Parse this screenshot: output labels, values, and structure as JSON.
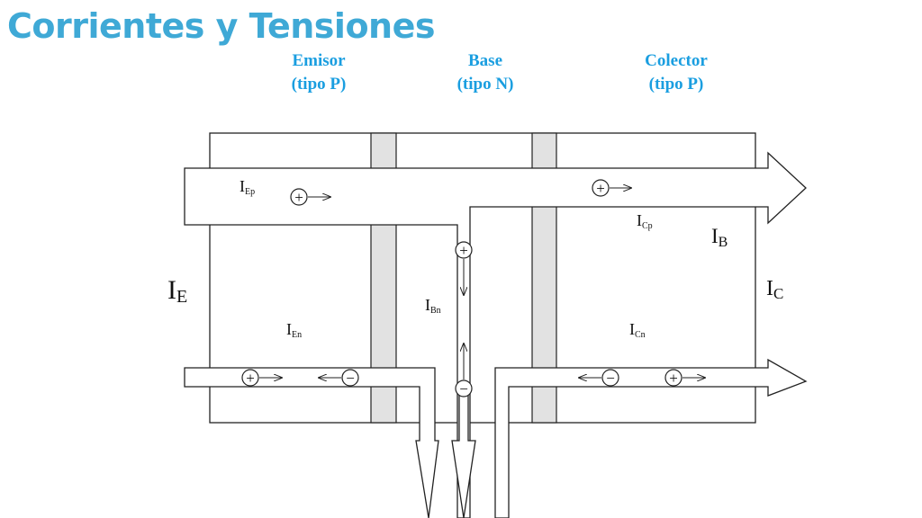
{
  "title": "Corrientes y Tensiones",
  "regions": [
    {
      "name": "Emisor",
      "type": "(tipo P)"
    },
    {
      "name": "Base",
      "type": "(tipo N)"
    },
    {
      "name": "Colector",
      "type": "(tipo P)"
    }
  ],
  "currents": {
    "IE": {
      "main": "I",
      "sub": "E"
    },
    "IB": {
      "main": "I",
      "sub": "B"
    },
    "IC": {
      "main": "I",
      "sub": "C"
    },
    "IEp": {
      "main": "I",
      "sub": "Ep"
    },
    "IEn": {
      "main": "I",
      "sub": "En"
    },
    "ICp": {
      "main": "I",
      "sub": "Cp"
    },
    "ICn": {
      "main": "I",
      "sub": "Cn"
    },
    "IBn": {
      "main": "I",
      "sub": "Bn"
    }
  },
  "carriers": {
    "hole": "+",
    "electron": "−"
  },
  "colors": {
    "title": "#3fa9d6",
    "region_label": "#1a9ee0",
    "junction": "#e0e0e0",
    "line": "#222222"
  }
}
